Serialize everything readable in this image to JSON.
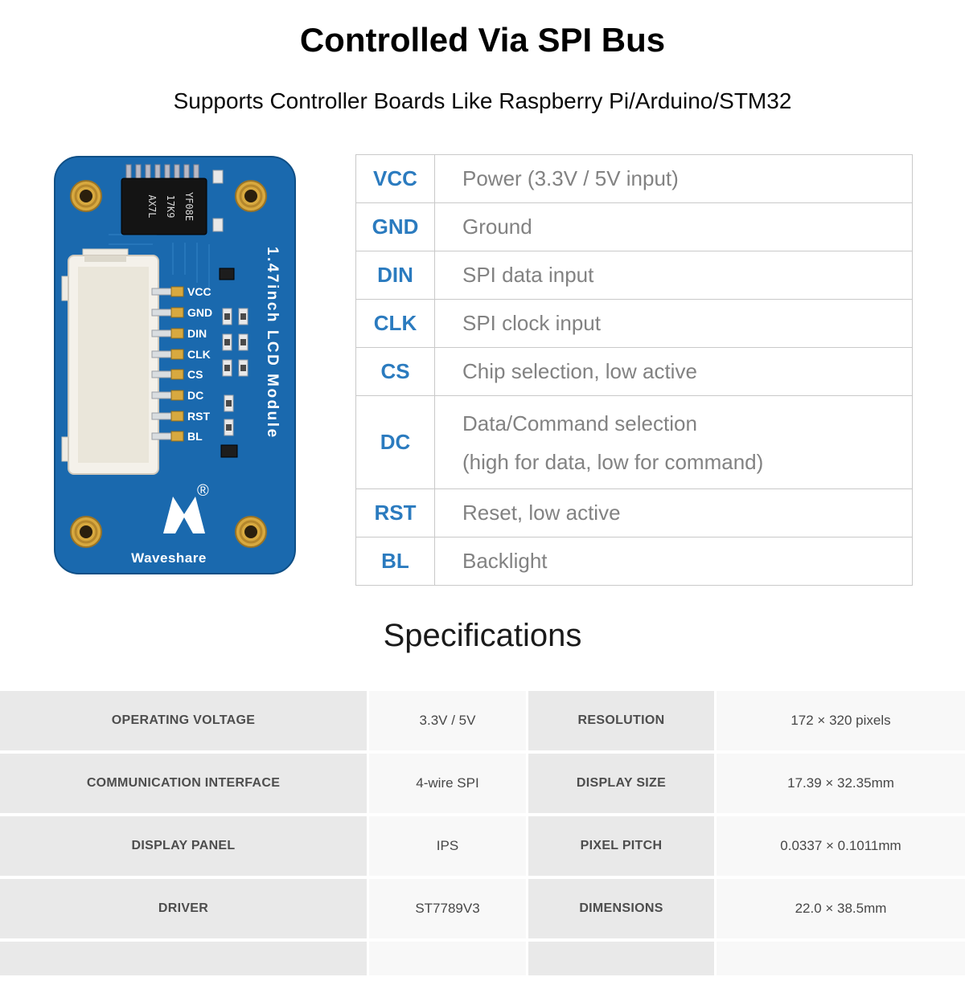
{
  "header": {
    "title": "Controlled Via SPI Bus",
    "subtitle": "Supports Controller Boards Like Raspberry Pi/Arduino/STM32"
  },
  "board": {
    "pins": [
      "VCC",
      "GND",
      "DIN",
      "CLK",
      "CS",
      "DC",
      "RST",
      "BL"
    ],
    "side_label": "1.47inch LCD Module",
    "brand": "Waveshare",
    "registered_mark": "®",
    "chip_lines": [
      "YF08E",
      "17K9",
      "AX7L"
    ],
    "colors": {
      "pcb_blue": "#1a69ae",
      "gold": "#d8a93f",
      "pin_blue": "#2b7bbf"
    }
  },
  "pin_table": {
    "rows": [
      {
        "pin": "VCC",
        "desc": "Power (3.3V / 5V input)"
      },
      {
        "pin": "GND",
        "desc": "Ground"
      },
      {
        "pin": "DIN",
        "desc": "SPI data input"
      },
      {
        "pin": "CLK",
        "desc": "SPI clock input"
      },
      {
        "pin": "CS",
        "desc": "Chip selection, low active"
      },
      {
        "pin": "DC",
        "desc": "Data/Command selection",
        "desc2": "(high for data, low for command)"
      },
      {
        "pin": "RST",
        "desc": "Reset, low active"
      },
      {
        "pin": "BL",
        "desc": "Backlight"
      }
    ]
  },
  "specs": {
    "title": "Specifications",
    "rows": [
      {
        "label1": "OPERATING VOLTAGE",
        "value1": "3.3V / 5V",
        "label2": "RESOLUTION",
        "value2": "172 × 320 pixels"
      },
      {
        "label1": "COMMUNICATION INTERFACE",
        "value1": "4-wire SPI",
        "label2": "DISPLAY SIZE",
        "value2": "17.39 × 32.35mm"
      },
      {
        "label1": "DISPLAY PANEL",
        "value1": "IPS",
        "label2": "PIXEL PITCH",
        "value2": "0.0337 × 0.1011mm"
      },
      {
        "label1": "DRIVER",
        "value1": "ST7789V3",
        "label2": "DIMENSIONS",
        "value2": "22.0 × 38.5mm"
      }
    ]
  }
}
